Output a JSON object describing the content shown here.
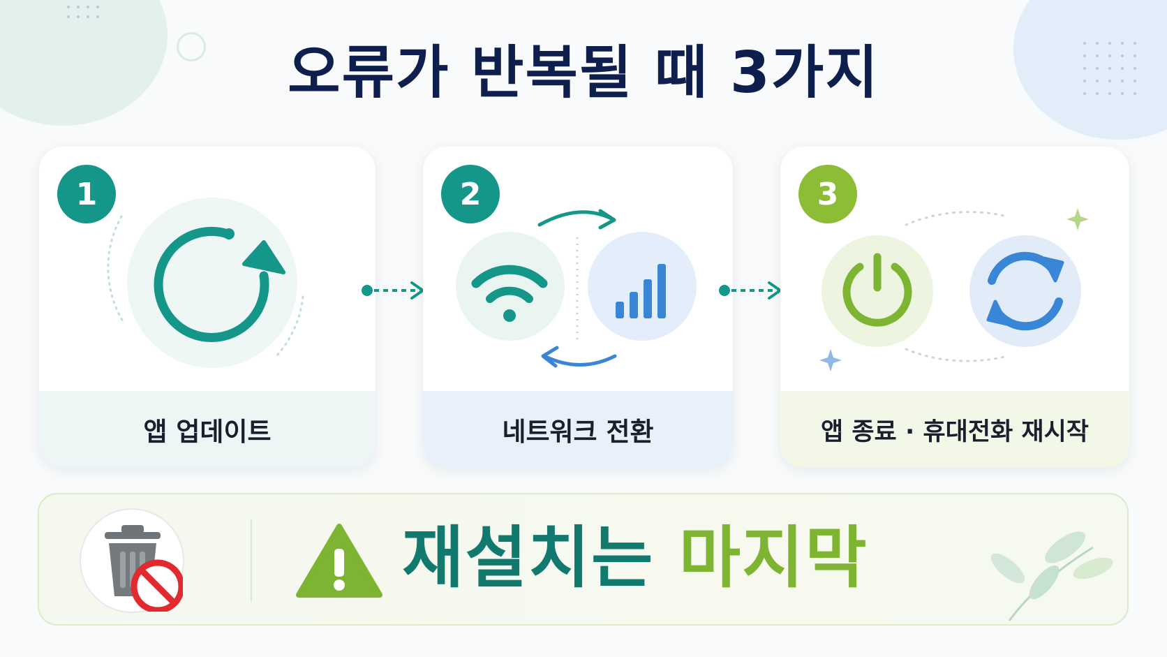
{
  "title": "오류가 반복될 때 3가지",
  "steps": [
    {
      "number": "1",
      "label": "앱 업데이트",
      "icon": "refresh-arrow-icon",
      "color": "#149689"
    },
    {
      "number": "2",
      "label": "네트워크 전환",
      "icon": "wifi-to-signal-icon",
      "color": "#149689"
    },
    {
      "number": "3",
      "label": "앱 종료 · 휴대전화 재시작",
      "icon": "power-restart-icon",
      "color": "#8cbd35"
    }
  ],
  "bottom": {
    "headline_a": "재설치는",
    "headline_b": "마지막",
    "icon_left": "trash-prohibited-icon",
    "icon_warn": "warning-icon"
  },
  "colors": {
    "navy": "#0e1f4e",
    "teal": "#12796e",
    "green": "#7db532",
    "blue": "#3a86d6",
    "red": "#e02a2e"
  }
}
